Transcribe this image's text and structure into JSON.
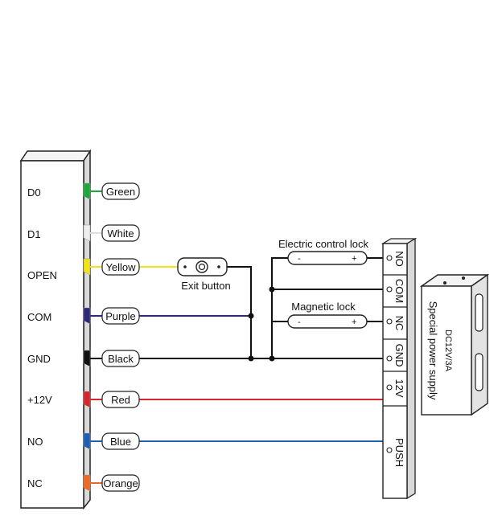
{
  "controller": {
    "terminals": [
      "D0",
      "D1",
      "OPEN",
      "COM",
      "GND",
      "+12V",
      "NO",
      "NC"
    ]
  },
  "wires": [
    {
      "label": "Green",
      "color": "#1ea83c"
    },
    {
      "label": "White",
      "color": "#eeeeee"
    },
    {
      "label": "Yellow",
      "color": "#f2e31b"
    },
    {
      "label": "Purple",
      "color": "#2e2a78"
    },
    {
      "label": "Black",
      "color": "#111111"
    },
    {
      "label": "Red",
      "color": "#d8262e"
    },
    {
      "label": "Blue",
      "color": "#1d5fb4"
    },
    {
      "label": "Orange",
      "color": "#ee6a24"
    }
  ],
  "exit_button": {
    "label": "Exit button"
  },
  "electric_lock": {
    "label": "Electric control lock",
    "minus": "-",
    "plus": "+"
  },
  "magnetic_lock": {
    "label": "Magnetic lock",
    "minus": "-",
    "plus": "+"
  },
  "power_terminal": {
    "labels": [
      "NO",
      "COM",
      "NC",
      "GND",
      "12V",
      "PUSH"
    ]
  },
  "power_supply": {
    "rating": "DC12V/3A",
    "name": "Special power supply"
  }
}
